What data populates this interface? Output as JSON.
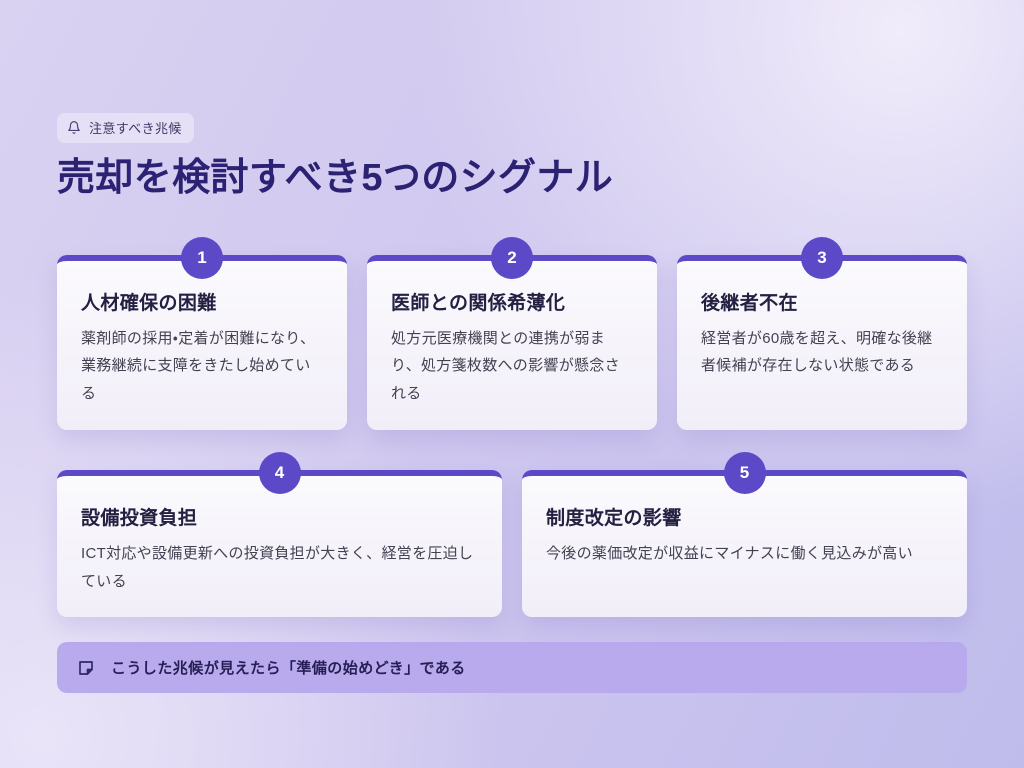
{
  "badge": {
    "icon": "bell-icon",
    "label": "注意すべき兆候"
  },
  "title": "売却を検討すべき5つのシグナル",
  "cards": [
    {
      "number": "1",
      "title": "人材確保の困難",
      "description": "薬剤師の採用・定着が困難になり、業務継続に支障をきたし始めている"
    },
    {
      "number": "2",
      "title": "医師との関係希薄化",
      "description": "処方元医療機関との連携が弱まり、処方箋枚数への影響が懸念される"
    },
    {
      "number": "3",
      "title": "後継者不在",
      "description": "経営者が60歳を超え、明確な後継者候補が存在しない状態である"
    },
    {
      "number": "4",
      "title": "設備投資負担",
      "description": "ICT対応や設備更新への投資負担が大きく、経営を圧迫している"
    },
    {
      "number": "5",
      "title": "制度改定の影響",
      "description": "今後の薬価改定が収益にマイナスに働く見込みが高い"
    }
  ],
  "footer_note": {
    "icon": "sticky-note-icon",
    "text": "こうした兆候が見えたら「準備の始めどき」である"
  },
  "colors": {
    "accent": "#5b49c7",
    "title_text": "#2b2274",
    "card_heading": "#232041",
    "card_body": "#444152",
    "footer_bg": "#b9aaee",
    "footer_text": "#261f55",
    "badge_bg": "#e6e0f6",
    "background_light": "#dad2f1",
    "background_deep": "#bfbcec"
  }
}
